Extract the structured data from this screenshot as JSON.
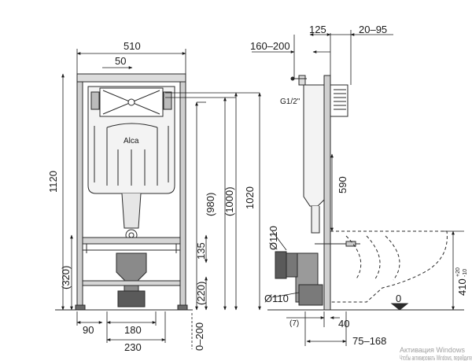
{
  "front_view": {
    "brand": "Alca",
    "dims": {
      "total_width": "510",
      "offset_50": "50",
      "height_total": "1120",
      "height_320": "(320)",
      "height_980": "(980)",
      "height_1000": "(1000)",
      "height_1020": "1020",
      "dist_135": "135",
      "height_220": "(220)",
      "leg_90": "90",
      "width_180": "180",
      "width_230": "230",
      "range_0_200": "0–200"
    }
  },
  "side_view": {
    "dims": {
      "top_125": "125",
      "range_20_95": "20–95",
      "range_160_200": "160–200",
      "thread_g12": "G1/2\"",
      "height_590": "590",
      "pipe_110_top": "Ø110",
      "pipe_110_bottom": "Ø110",
      "floor_0": "0",
      "height_410": "410",
      "tol_plus": "+20",
      "tol_minus": "-10",
      "dist_7": "(7)",
      "dist_40": "40",
      "range_75_168": "75–168"
    }
  },
  "watermark": {
    "line1": "Активация Windows",
    "line2": "Чтобы активировать Windows, перейдите"
  }
}
